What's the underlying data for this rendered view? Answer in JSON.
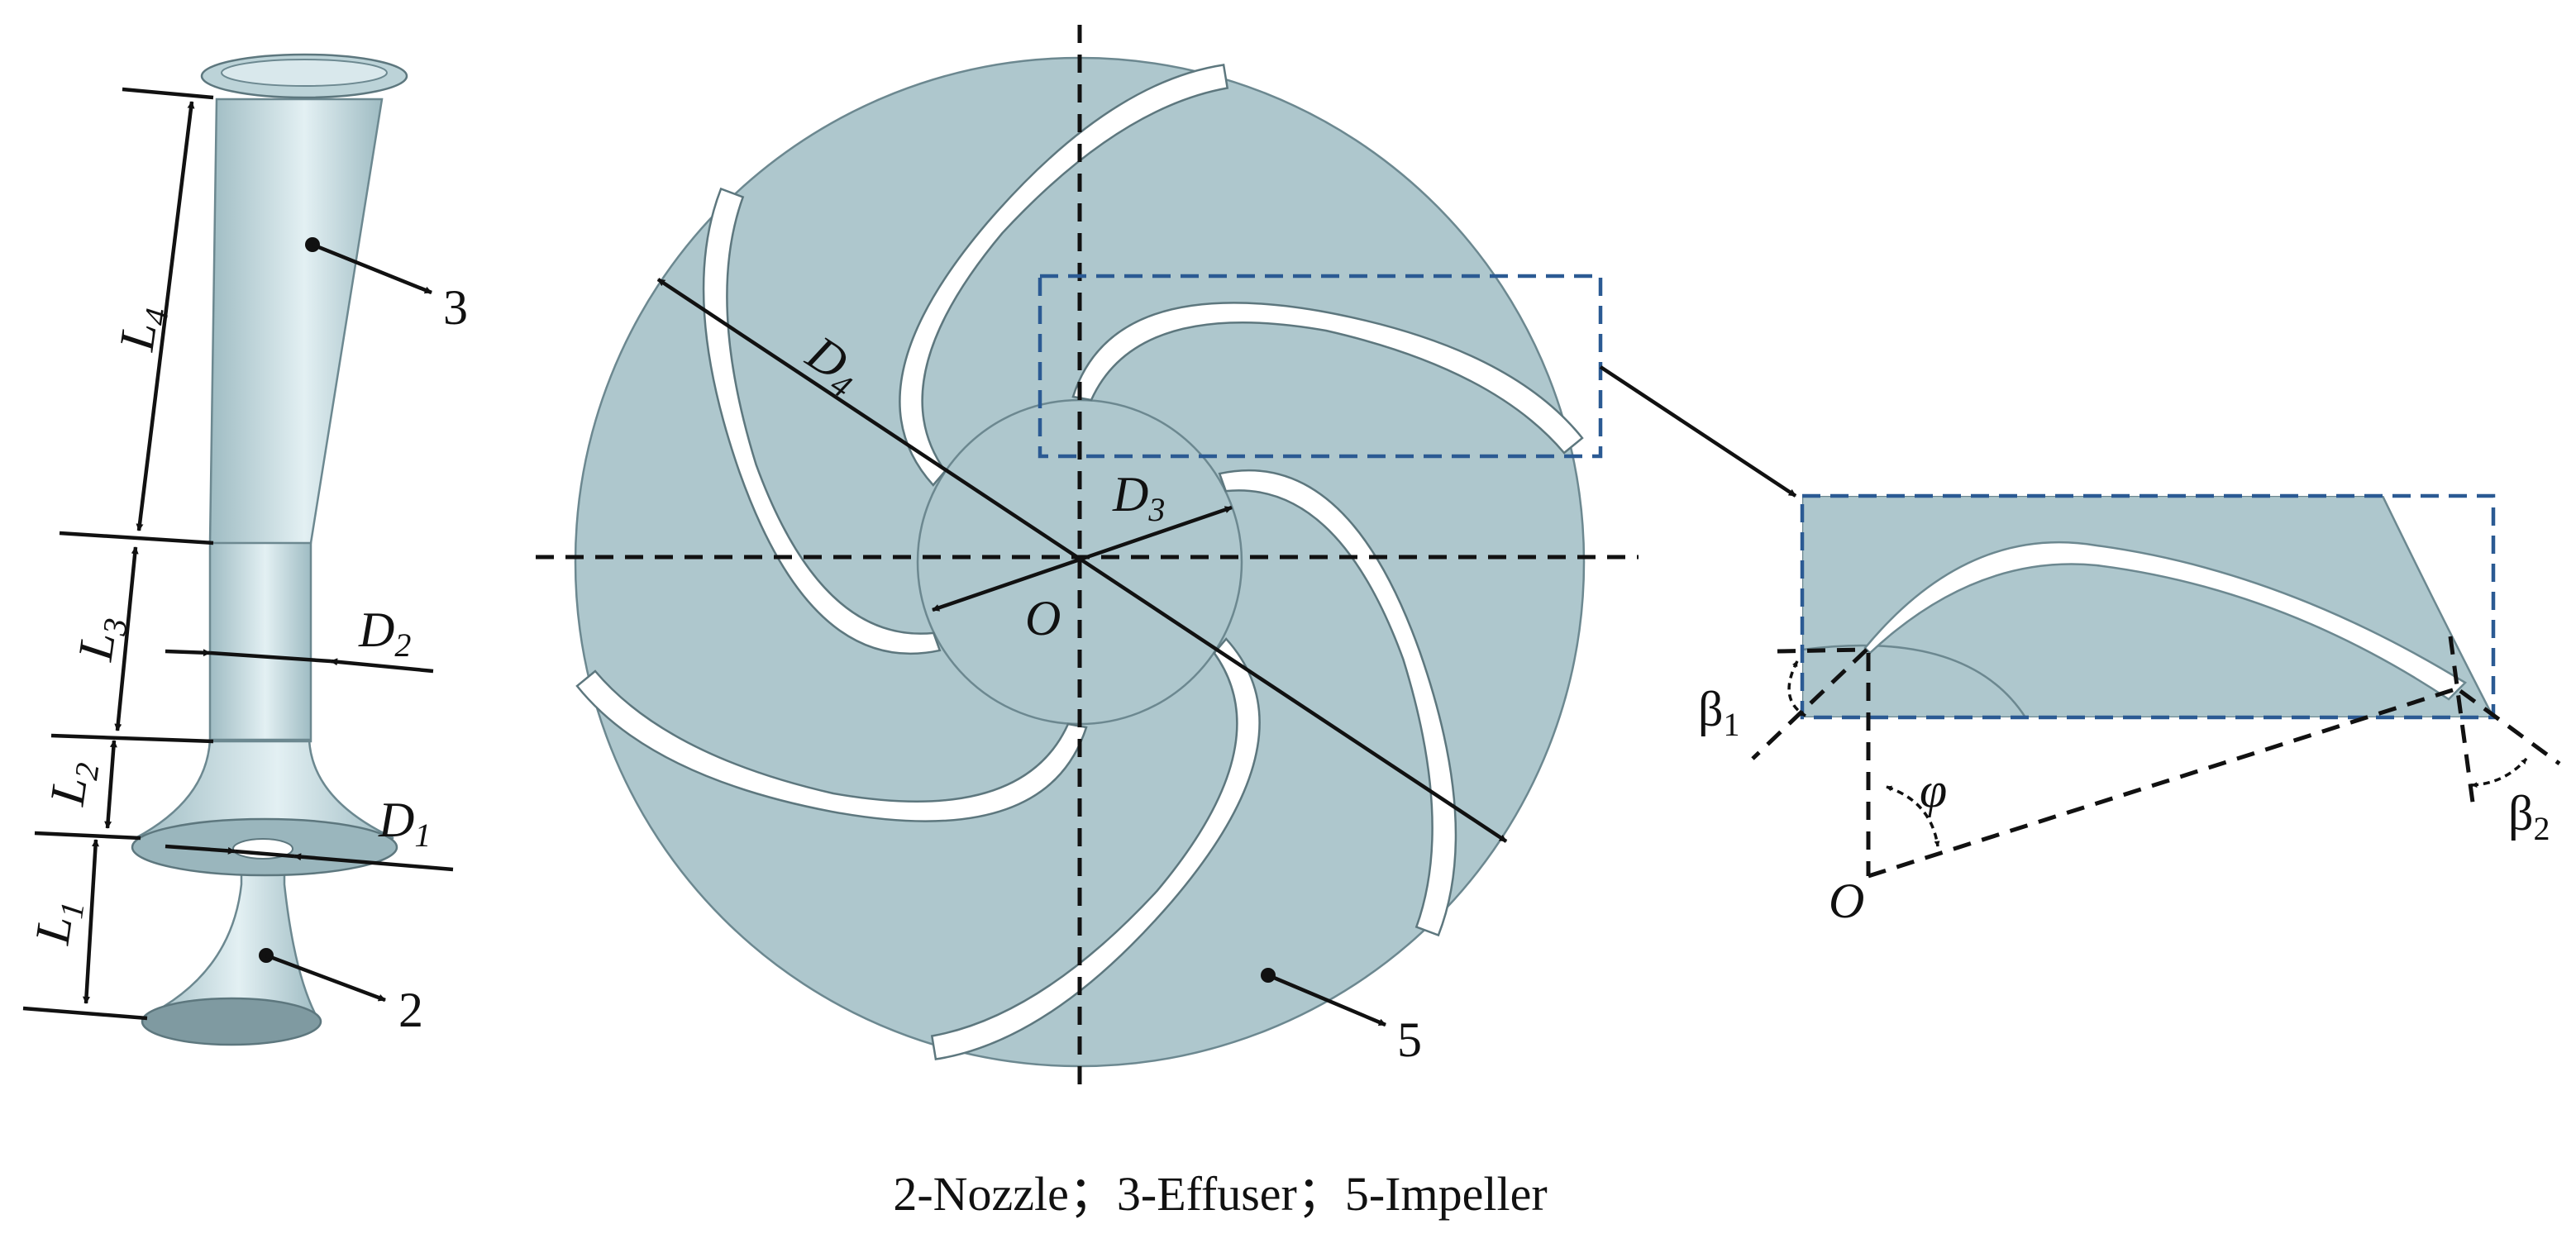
{
  "colors": {
    "part_fill": "#aec7cd",
    "part_highlight": "#e3f0f3",
    "blade": "#ffffff",
    "detail_box": "#2b5a93",
    "lines": "#111111"
  },
  "labels": {
    "L4": {
      "main": "L",
      "sub": "4"
    },
    "L3": {
      "main": "L",
      "sub": "3"
    },
    "L2": {
      "main": "L",
      "sub": "2"
    },
    "L1": {
      "main": "L",
      "sub": "1"
    },
    "D2": {
      "main": "D",
      "sub": "2"
    },
    "D1": {
      "main": "D",
      "sub": "1"
    },
    "D4": {
      "main": "D",
      "sub": "4"
    },
    "D3": {
      "main": "D",
      "sub": "3"
    },
    "O_center": "O",
    "O_detail": "O",
    "beta1": {
      "main": "β",
      "sub": "1"
    },
    "beta2": {
      "main": "β",
      "sub": "2"
    },
    "phi": "φ"
  },
  "callouts": {
    "effuser_num": "3",
    "nozzle_num": "2",
    "impeller_num": "5"
  },
  "caption": "2-Nozzle；3-Effuser；5-Impeller"
}
